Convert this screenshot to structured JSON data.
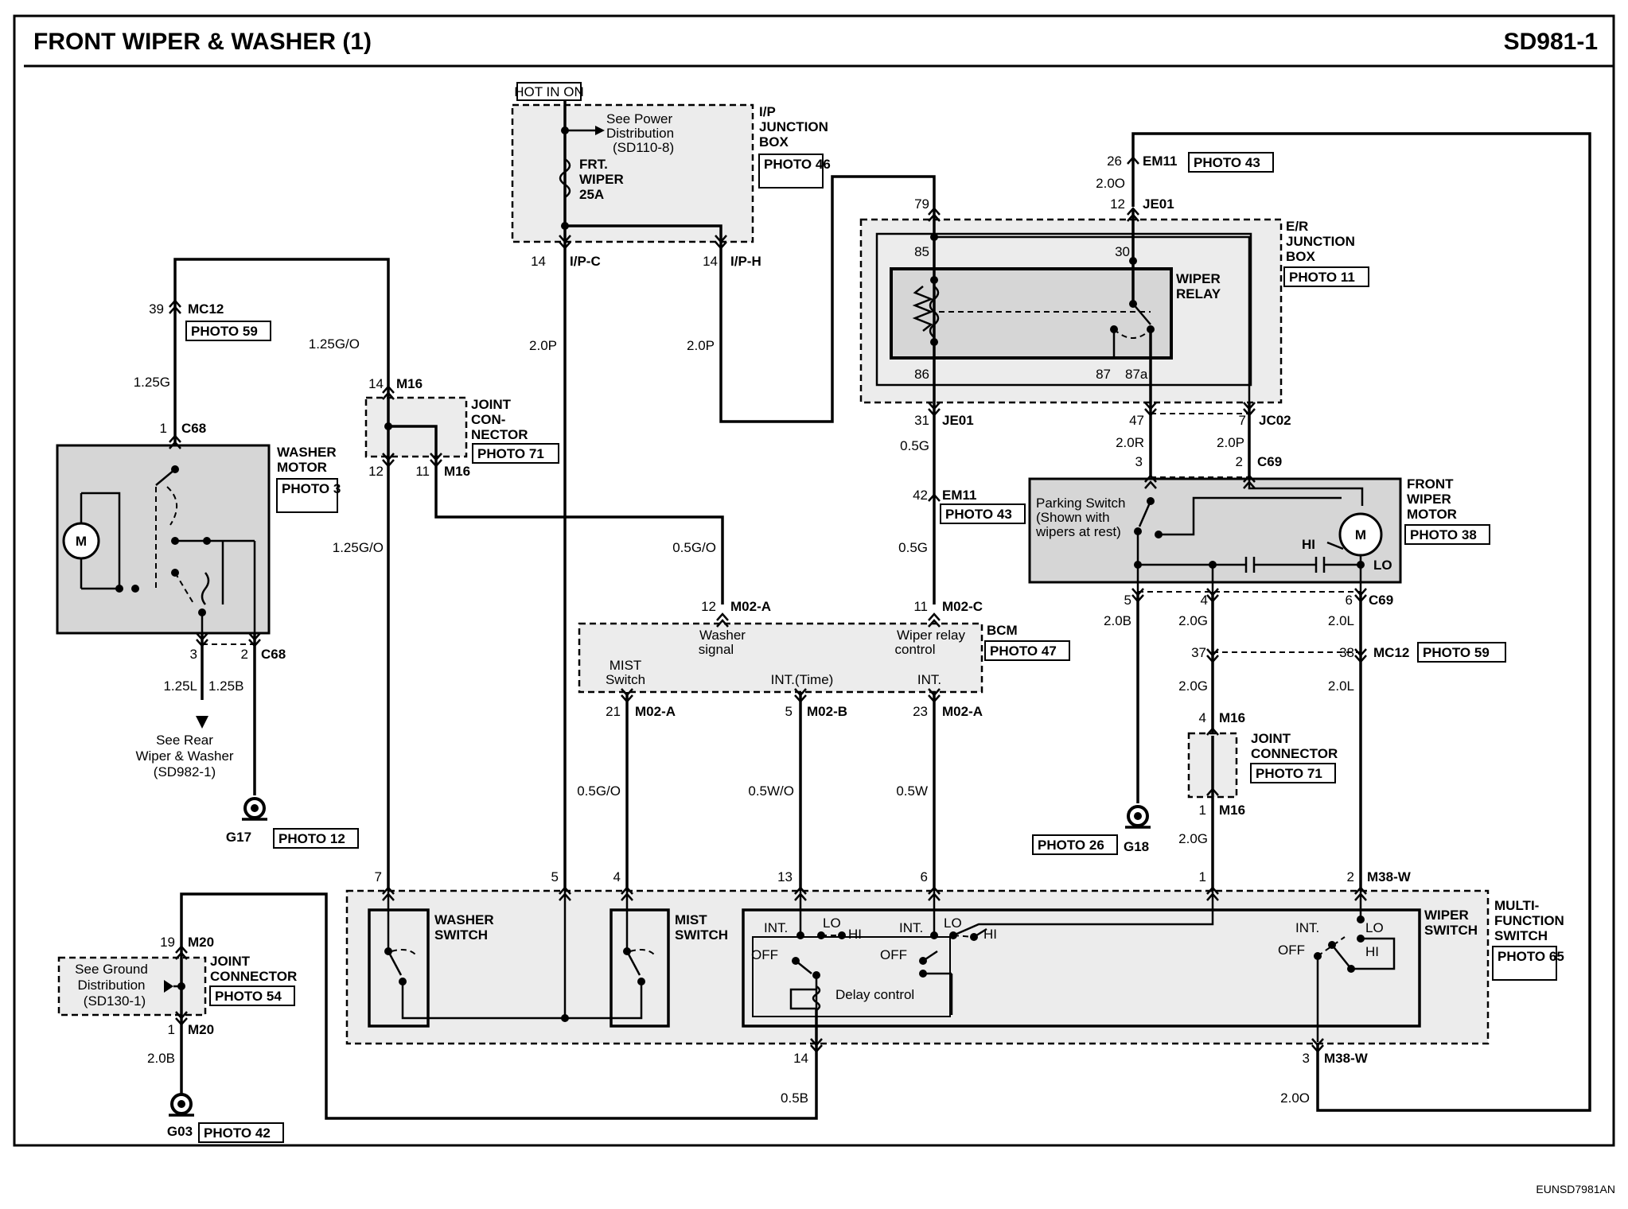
{
  "header": {
    "title": "FRONT WIPER & WASHER (1)",
    "code": "SD981-1"
  },
  "footer": {
    "code": "EUNSD7981AN"
  },
  "labels": {
    "hot_in_on": "HOT IN ON",
    "see_power": [
      "See Power",
      "Distribution",
      "(SD110-8)"
    ],
    "fuse": [
      "FRT.",
      "WIPER",
      "25A"
    ],
    "ip_jb": [
      "I/P",
      "JUNCTION",
      "BOX"
    ],
    "photo46": "PHOTO 46",
    "ipc": "14",
    "ipc_name": "I/P-C",
    "iph": "14",
    "iph_name": "I/P-H",
    "w20p_a": "2.0P",
    "w20p_b": "2.0P",
    "mc12_pin": "39",
    "mc12_name": "MC12",
    "photo59a": "PHOTO 59",
    "w125g": "1.25G",
    "c68_pin1": "1",
    "c68_name": "C68",
    "washer_motor": [
      "WASHER",
      "MOTOR"
    ],
    "photo3": "PHOTO 3",
    "c68_pin3": "3",
    "c68_pin2": "2",
    "c68_name2": "C68",
    "w125l": "1.25L",
    "w125b": "1.25B",
    "see_rear": [
      "See Rear",
      "Wiper & Washer",
      "(SD982-1)"
    ],
    "g17": "G17",
    "photo12": "PHOTO 12",
    "w125go_a": "1.25G/O",
    "w125go_b": "1.25G/O",
    "m16_14": "14",
    "m16_a": "M16",
    "joint_con": [
      "JOINT",
      "CON-",
      "NECTOR"
    ],
    "photo71a": "PHOTO 71",
    "m16_12": "12",
    "m16_11": "11",
    "m16_b": "M16",
    "w05go": "0.5G/O",
    "em11_26": "26",
    "em11_a": "EM11",
    "photo43a": "PHOTO 43",
    "w20o_a": "2.0O",
    "je01_12": "12",
    "je01_a": "JE01",
    "er_jb": [
      "E/R",
      "JUNCTION",
      "BOX"
    ],
    "photo11": "PHOTO 11",
    "pin79": "79",
    "pin85": "85",
    "pin30": "30",
    "pin86": "86",
    "pin87": "87",
    "pin87a": "87a",
    "wiper_relay": [
      "WIPER",
      "RELAY"
    ],
    "je01_31": "31",
    "je01_b": "JE01",
    "jc02_47": "47",
    "jc02_7": "7",
    "jc02": "JC02",
    "w05g_a": "0.5G",
    "w20r": "2.0R",
    "w20p_c": "2.0P",
    "c69_3": "3",
    "c69_2": "2",
    "c69_a": "C69",
    "em11_42": "42",
    "em11_b": "EM11",
    "photo43b": "PHOTO 43",
    "parking": [
      "Parking Switch",
      "(Shown with",
      "wipers at rest)"
    ],
    "hi": "HI",
    "lo": "LO",
    "m": "M",
    "fwm": [
      "FRONT",
      "WIPER",
      "MOTOR"
    ],
    "photo38": "PHOTO 38",
    "w05g_b": "0.5G",
    "m02a_12": "12",
    "m02a_a": "M02-A",
    "m02c_11": "11",
    "m02c": "M02-C",
    "washer_signal": [
      "Washer",
      "signal"
    ],
    "wiper_relay_control": [
      "Wiper relay",
      "control"
    ],
    "bcm": "BCM",
    "photo47": "PHOTO 47",
    "mist_sw": [
      "MIST",
      "Switch"
    ],
    "int_time": "INT.(Time)",
    "int_bcm": "INT.",
    "p21": "21",
    "m02a_b": "M02-A",
    "p5": "5",
    "m02b": "M02-B",
    "p23": "23",
    "m02a_c": "M02-A",
    "w05go_b": "0.5G/O",
    "w05wo": "0.5W/O",
    "w05w": "0.5W",
    "c69_5": "5",
    "c69_4": "4",
    "c69_6": "6",
    "c69_b": "C69",
    "w20b_a": "2.0B",
    "w20g_a": "2.0G",
    "w20l_a": "2.0L",
    "p37": "37",
    "p38": "38",
    "mc12_b": "MC12",
    "photo59b": "PHOTO 59",
    "w20g_b": "2.0G",
    "w20l_b": "2.0L",
    "m16_4": "4",
    "m16_c": "M16",
    "joint_connector": [
      "JOINT",
      "CONNECTOR"
    ],
    "photo71b": "PHOTO 71",
    "m16_1": "1",
    "m16_d": "M16",
    "photo26": "PHOTO 26",
    "g18": "G18",
    "w20g_c": "2.0G",
    "sw_7": "7",
    "sw_5": "5",
    "sw_4": "4",
    "sw_13": "13",
    "sw_6": "6",
    "sw_1": "1",
    "sw_2": "2",
    "m38w_a": "M38-W",
    "washer_switch": [
      "WASHER",
      "SWITCH"
    ],
    "mist_switch": [
      "MIST",
      "SWITCH"
    ],
    "int_a": "INT.",
    "lo_a": "LO",
    "hi_a": "HI",
    "off_a": "OFF",
    "int_b": "INT.",
    "lo_b": "LO",
    "hi_b": "HI",
    "off_b": "OFF",
    "delay": "Delay control",
    "int_c": "INT.",
    "lo_c": "LO",
    "hi_c": "HI",
    "off_c": "OFF",
    "wiper_switch": [
      "WIPER",
      "SWITCH"
    ],
    "mfs": [
      "MULTI-",
      "FUNCTION",
      "SWITCH"
    ],
    "photo65": "PHOTO 65",
    "m20_19": "19",
    "m20_a": "M20",
    "see_ground": [
      "See Ground",
      "Distribution",
      "(SD130-1)"
    ],
    "joint_connector2": [
      "JOINT",
      "CONNECTOR"
    ],
    "photo54": "PHOTO 54",
    "m20_1": "1",
    "m20_b": "M20",
    "w20b_b": "2.0B",
    "g03": "G03",
    "photo42": "PHOTO 42",
    "p14": "14",
    "w05b": "0.5B",
    "m38w_3": "3",
    "m38w_b": "M38-W",
    "w20o_b": "2.0O"
  }
}
